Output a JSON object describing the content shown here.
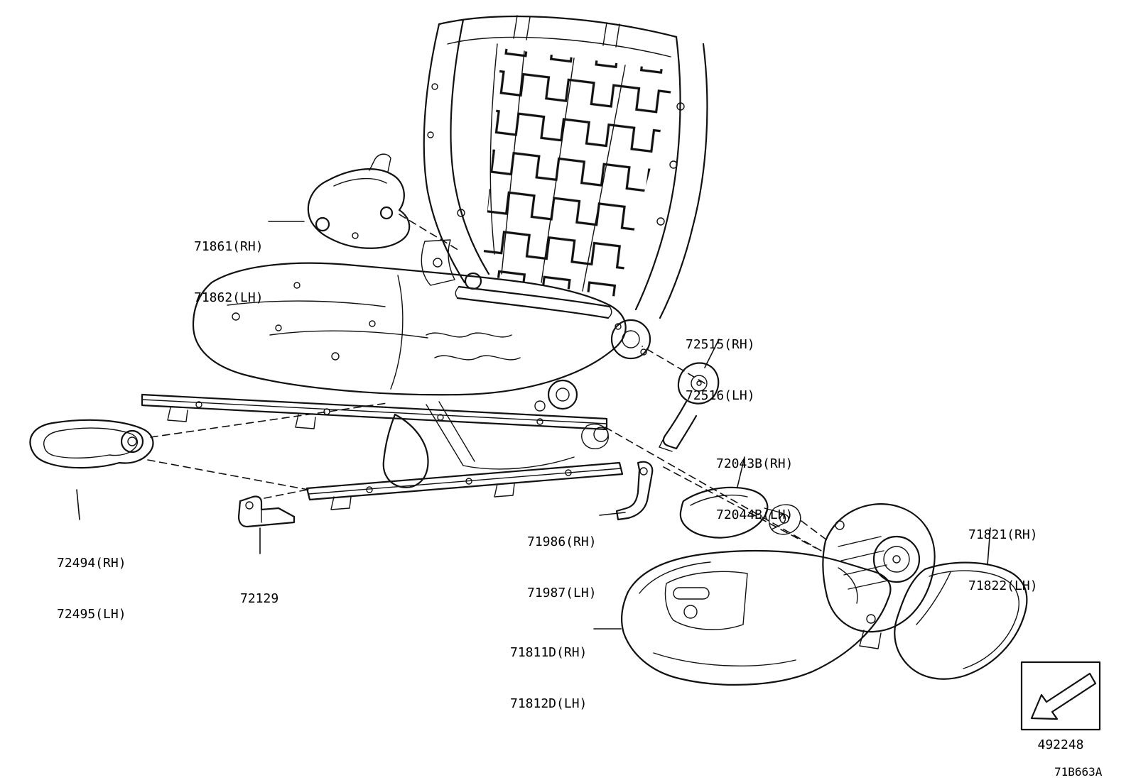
{
  "page": {
    "background": "#ffffff",
    "line_color": "#111111"
  },
  "labels": {
    "b71861": {
      "l1": "71861(RH)",
      "l2": "71862(LH)"
    },
    "b72515": {
      "l1": "72515(RH)",
      "l2": "72516(LH)"
    },
    "b72043": {
      "l1": "72043B(RH)",
      "l2": "72044B(LH)"
    },
    "b71986": {
      "l1": "71986(RH)",
      "l2": "71987(LH)"
    },
    "b72494": {
      "l1": "72494(RH)",
      "l2": "72495(LH)"
    },
    "b72129": {
      "l1": "72129"
    },
    "b71821": {
      "l1": "71821(RH)",
      "l2": "71822(LH)"
    },
    "b71811": {
      "l1": "71811D(RH)",
      "l2": "71812D(LH)"
    }
  },
  "footer": {
    "direction_ref": "492248",
    "sheet_code": "71B663A"
  }
}
